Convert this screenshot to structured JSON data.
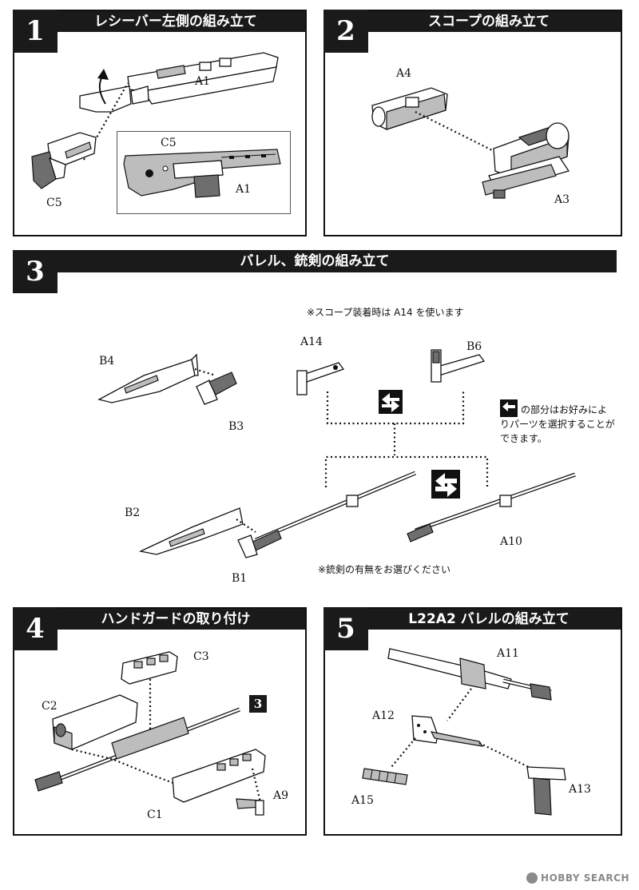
{
  "steps": [
    {
      "number": "1",
      "title": "レシーバー左側の組み立て"
    },
    {
      "number": "2",
      "title": "スコープの組み立て"
    },
    {
      "number": "3",
      "title": "バレル、銃剣の組み立て"
    },
    {
      "number": "4",
      "title": "ハンドガードの取り付け"
    },
    {
      "number": "5",
      "title": "L22A2 バレルの組み立て"
    }
  ],
  "step1": {
    "labels": {
      "a1": "A1",
      "c5": "C5",
      "inset_c5": "C5",
      "inset_a1": "A1"
    }
  },
  "step2": {
    "labels": {
      "a4": "A4",
      "a3": "A3"
    }
  },
  "step3": {
    "labels": {
      "b4": "B4",
      "b3": "B3",
      "a14": "A14",
      "b6": "B6",
      "b2": "B2",
      "b1": "B1",
      "a10": "A10"
    },
    "notes": {
      "scope": "※スコープ装着時は A14 を使います",
      "choice_line1": "の部分はお好みによ",
      "choice_line2": "りパーツを選択することが",
      "choice_line3": "できます。",
      "bayonet": "※銃剣の有無をお選びください"
    }
  },
  "step4": {
    "labels": {
      "c3": "C3",
      "c2": "C2",
      "c1": "C1",
      "a9": "A9"
    },
    "ref_badge": "3"
  },
  "step5": {
    "labels": {
      "a11": "A11",
      "a12": "A12",
      "a15": "A15",
      "a13": "A13"
    }
  },
  "watermark": "HOBBY SEARCH",
  "icons": [
    "swap-arrows-icon",
    "rotate-arrow-icon",
    "hobby-search-logo-icon"
  ]
}
